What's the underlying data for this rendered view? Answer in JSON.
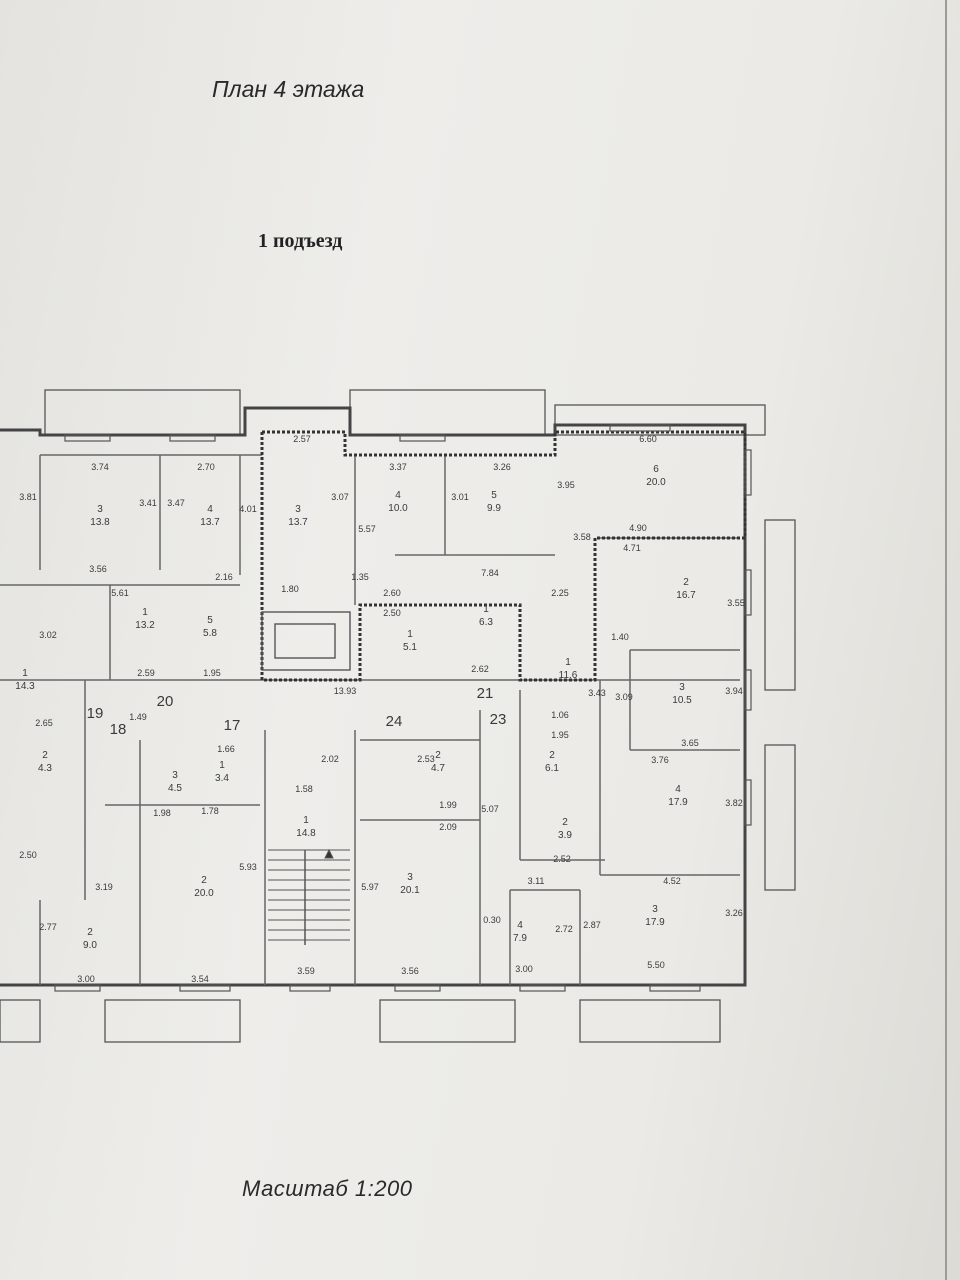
{
  "header": {
    "plan_title": "План 4 этажа",
    "entrance_label": "1 подъезд"
  },
  "footer": {
    "scale_label": "Масштаб 1:200"
  },
  "rooms": [
    {
      "number": "3",
      "area": "13.8"
    },
    {
      "number": "4",
      "area": "13.7"
    },
    {
      "number": "3",
      "area": "13.7"
    },
    {
      "number": "4",
      "area": "10.0"
    },
    {
      "number": "5",
      "area": "9.9"
    },
    {
      "number": "6",
      "area": "20.0"
    },
    {
      "number": "2",
      "area": "16.7"
    },
    {
      "number": "3",
      "area": "10.5"
    },
    {
      "number": "4",
      "area": "17.9"
    },
    {
      "number": "1",
      "area": "13.2"
    },
    {
      "number": "5",
      "area": "5.8"
    },
    {
      "number": "1",
      "area": "14.3"
    },
    {
      "number": "2",
      "area": "4.3"
    },
    {
      "number": "3",
      "area": "4.5"
    },
    {
      "number": "1",
      "area": "3.4"
    },
    {
      "number": "1",
      "area": "14.8"
    },
    {
      "number": "2",
      "area": "20.0"
    },
    {
      "number": "3",
      "area": "20.1"
    },
    {
      "number": "2",
      "area": "4.7"
    },
    {
      "number": "4",
      "area": "7.9"
    },
    {
      "number": "3",
      "area": "17.9"
    },
    {
      "number": "1",
      "area": "11.6"
    },
    {
      "number": "2",
      "area": "6.1"
    },
    {
      "number": "2",
      "area": "9.0"
    },
    {
      "number": "1",
      "area": "5.1"
    },
    {
      "number": "1",
      "area": "6.3"
    },
    {
      "number": "2",
      "area": "3.9"
    }
  ],
  "stair_numbers": [
    "20",
    "19",
    "18",
    "17",
    "24",
    "21",
    "23"
  ],
  "dimensions": [
    "3.74",
    "2.70",
    "2.57",
    "3.37",
    "3.26",
    "3.95",
    "6.60",
    "4.90",
    "4.71",
    "3.81",
    "3.41",
    "3.47",
    "4.01",
    "3.56",
    "3.07",
    "3.01",
    "5.57",
    "3.58",
    "5.61",
    "2.16",
    "1.80",
    "1.35",
    "2.60",
    "2.50",
    "7.84",
    "2.25",
    "3.55",
    "3.02",
    "2.59",
    "1.95",
    "13.93",
    "2.62",
    "1.40",
    "3.43",
    "3.09",
    "3.94",
    "2.65",
    "1.49",
    "1.66",
    "2.02",
    "2.53",
    "3.65",
    "3.76",
    "3.82",
    "1.98",
    "1.78",
    "1.58",
    "1.99",
    "2.09",
    "5.07",
    "2.52",
    "4.52",
    "2.50",
    "3.19",
    "5.93",
    "5.97",
    "3.11",
    "2.72",
    "2.87",
    "3.26",
    "3.00",
    "3.54",
    "3.59",
    "3.56",
    "3.00",
    "5.50",
    "2.77",
    "0.30",
    "1.06",
    "1.95"
  ]
}
